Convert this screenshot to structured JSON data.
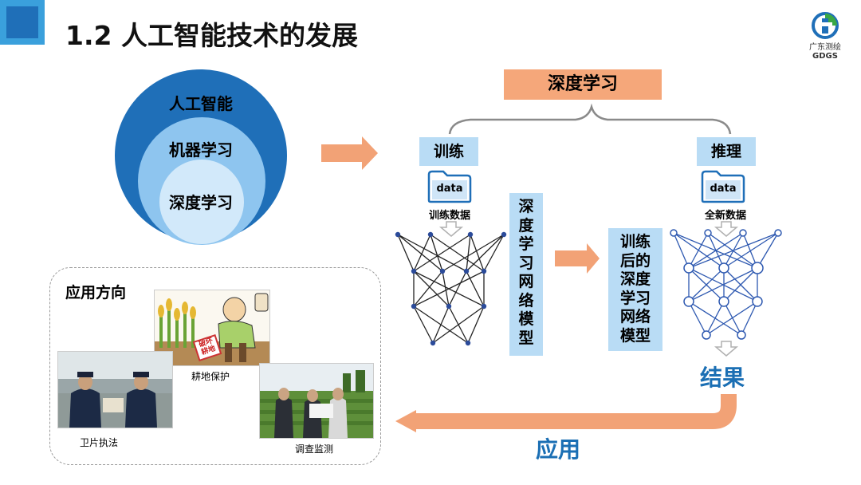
{
  "title": "1.2 人工智能技术的发展",
  "logo": {
    "name": "广东测绘",
    "abbr": "GDGS"
  },
  "rings": {
    "outer": "人工智能",
    "middle": "机器学习",
    "inner": "深度学习"
  },
  "deep_learning_banner": "深度学习",
  "training": {
    "tag": "训练",
    "folder_label": "data",
    "data_label": "训练数据",
    "network_label": [
      "深",
      "度",
      "学",
      "习",
      "网",
      "络",
      "模",
      "型"
    ]
  },
  "inference": {
    "tag": "推理",
    "folder_label": "data",
    "data_label": "全新数据",
    "model_label": [
      "训练",
      "后的",
      "深度",
      "学习",
      "网络",
      "模型"
    ]
  },
  "result_label": "结果",
  "apply_label": "应用",
  "applications": {
    "title": "应用方向",
    "photos": [
      {
        "caption": "卫片执法",
        "sign_text": ""
      },
      {
        "caption": "耕地保护",
        "sign_text": "破坏耕地"
      },
      {
        "caption": "调查监测",
        "sign_text": ""
      }
    ]
  },
  "colors": {
    "dark_blue": "#1f6fb8",
    "light_blue": "#b9dcf5",
    "peach": "#f5a77a",
    "result_blue": "#1b6fb4"
  }
}
